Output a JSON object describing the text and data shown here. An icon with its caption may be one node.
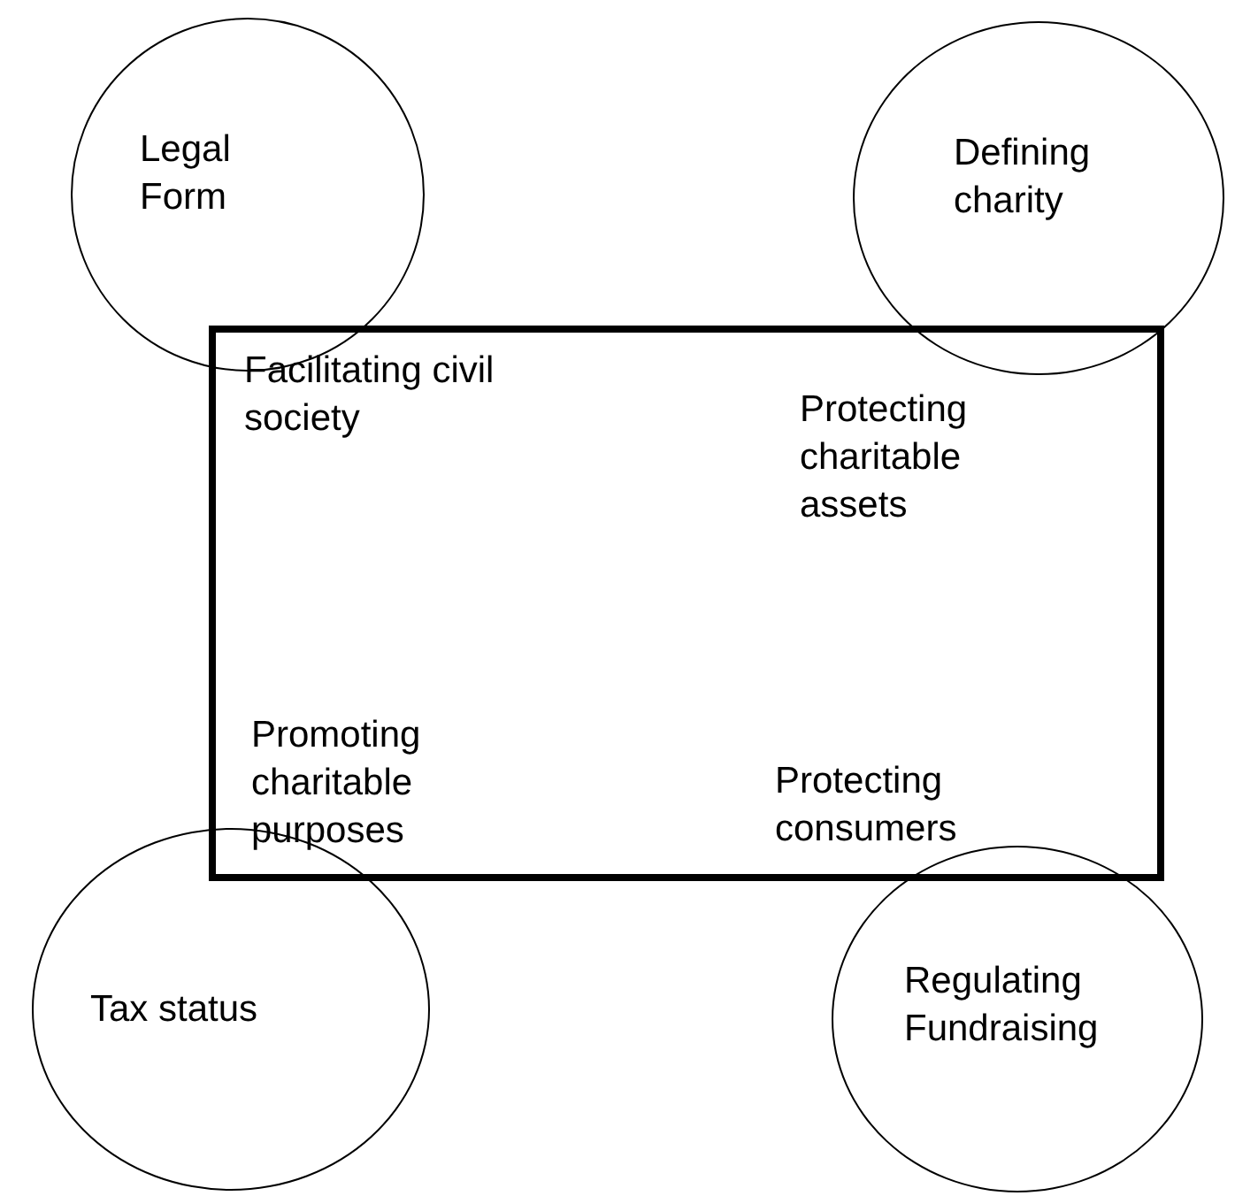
{
  "diagram": {
    "nodes": [
      {
        "text": [
          "Legal Form"
        ]
      },
      {
        "text": [
          "Defining charity"
        ]
      },
      {
        "text": [
          "Tax status"
        ]
      },
      {
        "text": [
          "Regulating Fundraising"
        ]
      },
      {
        "text": [
          "Facilitating civil society",
          "Protecting charitable assets",
          "Promoting charitable purposes",
          "Protecting consumers"
        ]
      }
    ]
  }
}
